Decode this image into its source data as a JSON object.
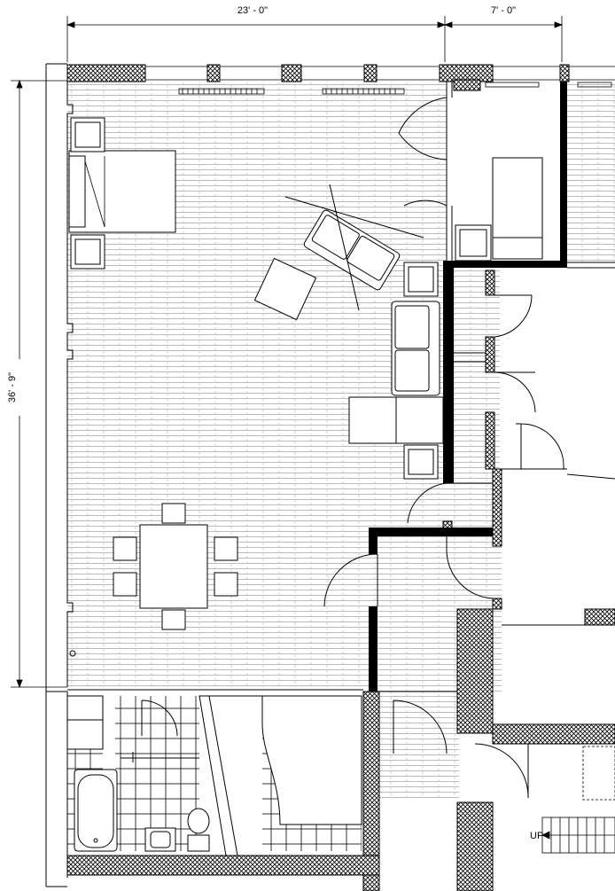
{
  "dimensions": {
    "top_left": "23' - 0\"",
    "top_right": "7' - 0\"",
    "left_vertical": "36' - 9\""
  },
  "annotations": {
    "stair_up": "UP"
  },
  "colors": {
    "line": "#000000",
    "floor_line": "#9a9a9a",
    "background": "#ffffff"
  }
}
